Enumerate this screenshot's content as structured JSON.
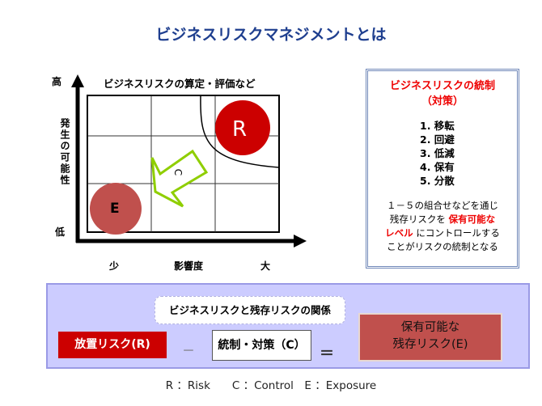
{
  "title": "ビジネスリスクマネジメントとは",
  "chart": {
    "title": "ビジネスリスクの算定・評価など",
    "y_high": "高",
    "y_low": "低",
    "y_label": "発生の可能性",
    "x_low": "少",
    "x_label": "影響度",
    "x_high": "大",
    "r_label": "R",
    "e_label": "E",
    "c_label": "C",
    "colors": {
      "r": "#cc0000",
      "e": "#c0504d",
      "arrow": "#8fce00"
    }
  },
  "control_box": {
    "heading1": "ビジネスリスクの統制",
    "heading2": "（対策）",
    "items": [
      "1. 移転",
      "2. 回避",
      "3. 低減",
      "4. 保有",
      "5. 分散"
    ],
    "desc_line1": "１－５の組合せなどを通じ",
    "desc_line2a": "残存リスクを ",
    "desc_line2b": "保有可能な",
    "desc_line3a": "レベル",
    "desc_line3b": " にコントロールする",
    "desc_line4": "ことがリスクの統制となる"
  },
  "relation": {
    "subtitle": "ビジネスリスクと残存リスクの関係",
    "risk": "放置リスク(R)",
    "minus": "－",
    "control": "統制・対策（C）",
    "equals": "＝",
    "residual1": "保有可能な",
    "residual2": "残存リスク(E)"
  },
  "legend": "R ：Risk　　C ：Control　E ：Exposure"
}
